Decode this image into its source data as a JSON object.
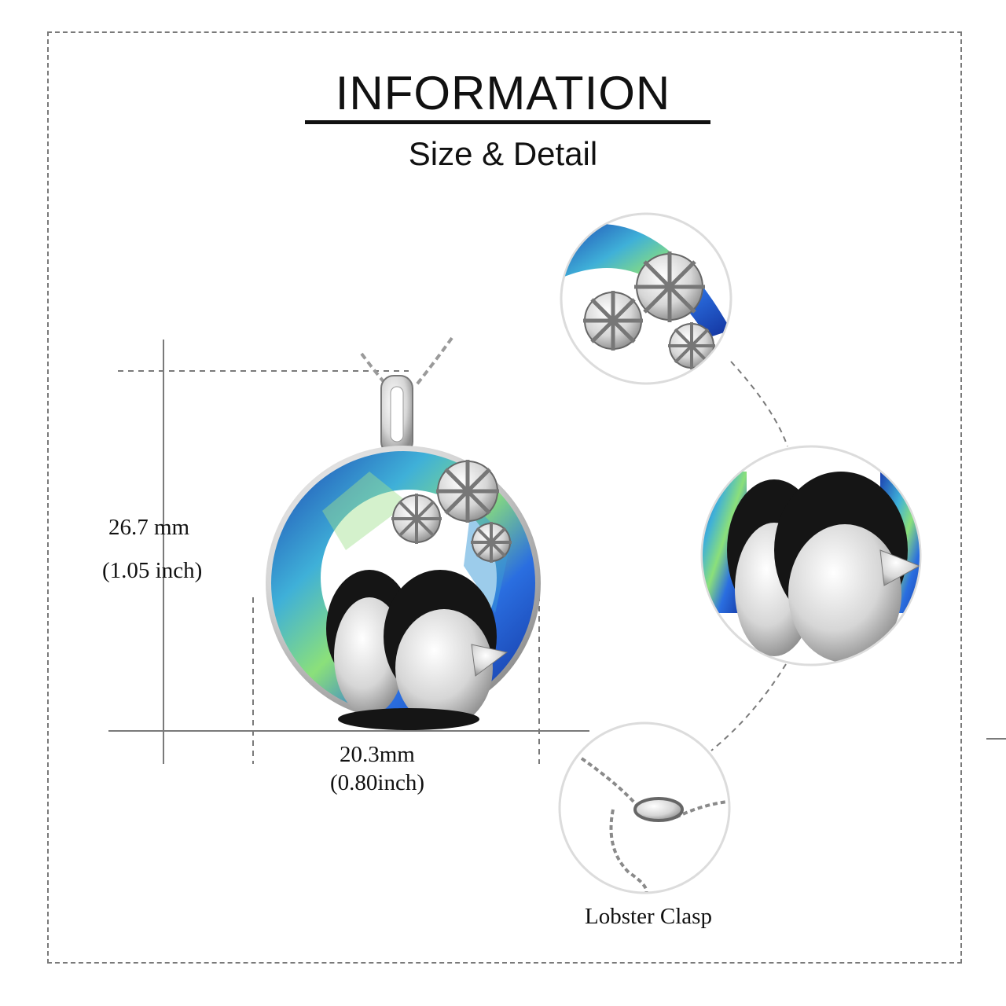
{
  "header": {
    "title": "INFORMATION",
    "subtitle": "Size & Detail"
  },
  "dimensions": {
    "height_mm": "26.7 mm",
    "height_inch": "(1.05 inch)",
    "width_mm": "20.3mm",
    "width_inch": "(0.80inch)"
  },
  "details": {
    "clasp_caption": "Lobster  Clasp"
  },
  "colors": {
    "text": "#111111",
    "guide_lines": "#7a7a7a",
    "crystal_blue": "#1f5fd0",
    "crystal_green": "#5fd08a",
    "silver": "#d9d9d9",
    "enamel_black": "#151515"
  }
}
